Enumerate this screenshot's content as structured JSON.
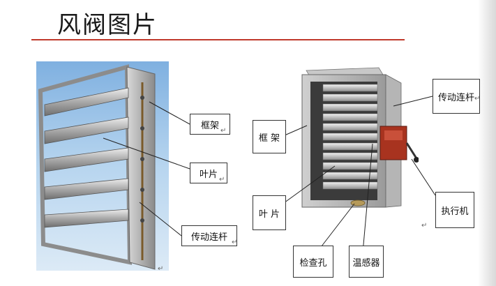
{
  "slide": {
    "title": "风阀图片"
  },
  "left_figure": {
    "labels": [
      {
        "id": "frame",
        "text": "框架"
      },
      {
        "id": "blade",
        "text": "叶片"
      },
      {
        "id": "linkage",
        "text": "传动连杆"
      }
    ]
  },
  "right_figure": {
    "labels": [
      {
        "id": "frame",
        "text": "框 架"
      },
      {
        "id": "linkage",
        "text": "传动连杆"
      },
      {
        "id": "blade",
        "text": "叶 片"
      },
      {
        "id": "actuator",
        "text": "执行机"
      },
      {
        "id": "inspection",
        "text": "检查孔"
      },
      {
        "id": "sensor",
        "text": "温感器"
      }
    ]
  },
  "colors": {
    "title_rule": "#c0392b",
    "actuator_box": "#a8331f",
    "sky_blue": "#9ec3e6"
  },
  "icons": {
    "paragraph_mark": "↵"
  }
}
